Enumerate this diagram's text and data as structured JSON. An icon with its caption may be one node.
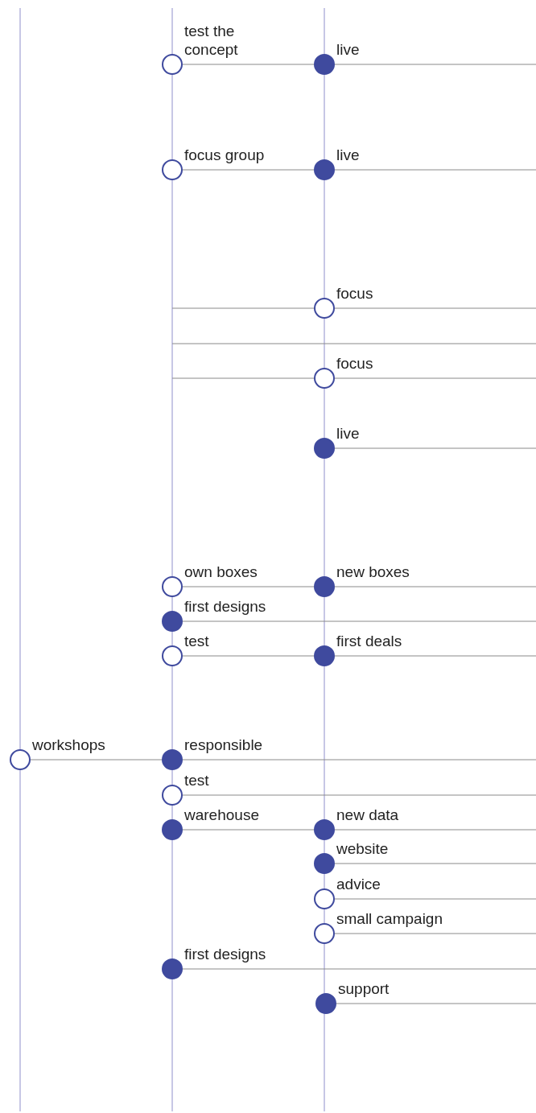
{
  "diagram": {
    "nodes": [
      {
        "text": [],
        "shape": "circle",
        "beside": [
          "test the concept"
        ]
      },
      {
        "text": [],
        "shape": "dot",
        "beside": [
          "live"
        ]
      },
      {
        "text": [],
        "shape": "circle",
        "beside": [
          "focus group"
        ]
      },
      {
        "text": [],
        "shape": "dot",
        "beside": [
          "live"
        ]
      },
      {
        "text": [],
        "shape": "circle",
        "beside": [
          "focus"
        ]
      },
      {
        "text": [],
        "shape": "circle",
        "beside": [
          "focus"
        ]
      },
      {
        "text": [],
        "shape": "dot",
        "beside": [
          "live"
        ]
      },
      {
        "text": [],
        "shape": "circle",
        "beside": [
          "own boxes"
        ]
      },
      {
        "text": [],
        "shape": "dot",
        "beside": [
          "new boxes"
        ]
      },
      {
        "text": [],
        "shape": "dot",
        "beside": [
          "first designs"
        ]
      },
      {
        "text": [],
        "shape": "circle",
        "beside": [
          "test"
        ]
      },
      {
        "text": [],
        "shape": "dot",
        "beside": [
          "first deals"
        ]
      },
      {
        "text": [],
        "shape": "circle",
        "beside": [
          "workshops"
        ]
      },
      {
        "text": [],
        "shape": "dot",
        "beside": [
          "responsible"
        ]
      },
      {
        "text": [],
        "shape": "circle",
        "beside": [
          "test"
        ]
      },
      {
        "text": [],
        "shape": "dot",
        "beside": [
          "warehouse"
        ]
      },
      {
        "text": [],
        "shape": "dot",
        "beside": [
          "new data"
        ]
      },
      {
        "text": [],
        "shape": "dot",
        "beside": [
          "website"
        ]
      },
      {
        "text": [],
        "shape": "circle",
        "beside": [
          "advice"
        ]
      },
      {
        "text": [],
        "shape": "circle",
        "beside": [
          "small campaign"
        ]
      },
      {
        "text": [],
        "shape": "dot",
        "beside": [
          "first designs"
        ]
      },
      {
        "text": [],
        "shape": "dot",
        "beside": [
          "support"
        ]
      }
    ],
    "edges": [
      {
        "from": 0,
        "to": 1,
        "arrow": "none"
      },
      {
        "from": 1,
        "to": null,
        "arrow": "none"
      },
      {
        "from": 2,
        "to": 3,
        "arrow": "none"
      },
      {
        "from": 3,
        "to": null,
        "arrow": "none"
      },
      {
        "from": null,
        "to": 4,
        "arrow": "none"
      },
      {
        "from": 4,
        "to": null,
        "arrow": "none"
      },
      {
        "from": null,
        "to": 5,
        "arrow": "none"
      },
      {
        "from": 5,
        "to": null,
        "arrow": "none"
      },
      {
        "from": 6,
        "to": null,
        "arrow": "none"
      },
      {
        "from": 7,
        "to": 8,
        "arrow": "none"
      },
      {
        "from": 8,
        "to": null,
        "arrow": "none"
      },
      {
        "from": 9,
        "to": null,
        "arrow": "none"
      },
      {
        "from": 10,
        "to": 11,
        "arrow": "none"
      },
      {
        "from": 11,
        "to": null,
        "arrow": "none"
      },
      {
        "from": 12,
        "to": 13,
        "arrow": "none"
      },
      {
        "from": 13,
        "to": null,
        "arrow": "none"
      },
      {
        "from": 14,
        "to": null,
        "arrow": "none"
      },
      {
        "from": 15,
        "to": 16,
        "arrow": "none"
      },
      {
        "from": 16,
        "to": null,
        "arrow": "none"
      },
      {
        "from": 17,
        "to": null,
        "arrow": "none"
      },
      {
        "from": 18,
        "to": null,
        "arrow": "none"
      },
      {
        "from": 19,
        "to": null,
        "arrow": "none"
      },
      {
        "from": 20,
        "to": null,
        "arrow": "none"
      },
      {
        "from": 21,
        "to": null,
        "arrow": "none"
      }
    ]
  }
}
